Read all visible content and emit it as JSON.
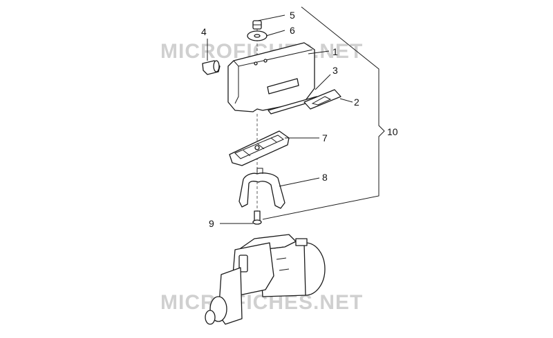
{
  "watermark": "MICROFICHES.NET",
  "callouts": [
    "1",
    "2",
    "3",
    "4",
    "5",
    "6",
    "7",
    "8",
    "9",
    "10"
  ]
}
